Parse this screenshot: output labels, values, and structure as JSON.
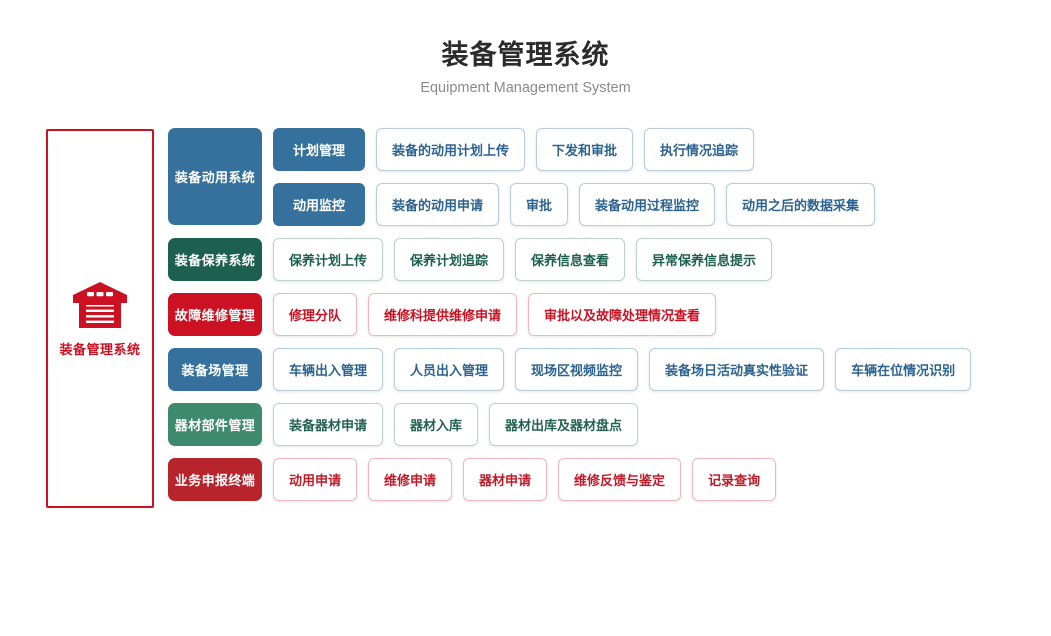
{
  "header": {
    "title": "装备管理系统",
    "subtitle": "Equipment Management System"
  },
  "hero": {
    "icon": "warehouse-icon",
    "label": "装备管理系统",
    "border_color": "#cc1122"
  },
  "diagram": {
    "rows": [
      {
        "category": "装备动用系统",
        "theme": "blue",
        "accent": "#35719c",
        "subrows": [
          {
            "subcategory": "计划管理",
            "items": [
              "装备的动用计划上传",
              "下发和审批",
              "执行情况追踪"
            ]
          },
          {
            "subcategory": "动用监控",
            "items": [
              "装备的动用申请",
              "审批",
              "装备动用过程监控",
              "动用之后的数据采集"
            ]
          }
        ]
      },
      {
        "category": "装备保养系统",
        "theme": "green",
        "accent": "#1e6050",
        "subrows": [
          {
            "subcategory": null,
            "items": [
              "保养计划上传",
              "保养计划追踪",
              "保养信息查看",
              "异常保养信息提示"
            ]
          }
        ]
      },
      {
        "category": "故障维修管理",
        "theme": "red",
        "accent": "#cc1122",
        "subrows": [
          {
            "subcategory": null,
            "items": [
              "修理分队",
              "维修科提供维修申请",
              "审批以及故障处理情况查看"
            ]
          }
        ]
      },
      {
        "category": "装备场管理",
        "theme": "blue",
        "accent": "#35719c",
        "subrows": [
          {
            "subcategory": null,
            "items": [
              "车辆出入管理",
              "人员出入管理",
              "现场区视频监控",
              "装备场日活动真实性验证",
              "车辆在位情况识别"
            ]
          }
        ]
      },
      {
        "category": "器材部件管理",
        "theme": "green2",
        "accent": "#3d8a6e",
        "subrows": [
          {
            "subcategory": null,
            "items": [
              "装备器材申请",
              "器材入库",
              "器材出库及器材盘点"
            ]
          }
        ]
      },
      {
        "category": "业务申报终端",
        "theme": "red2",
        "accent": "#b8242c",
        "subrows": [
          {
            "subcategory": null,
            "items": [
              "动用申请",
              "维修申请",
              "器材申请",
              "维修反馈与鉴定",
              "记录查询"
            ]
          }
        ]
      }
    ]
  }
}
